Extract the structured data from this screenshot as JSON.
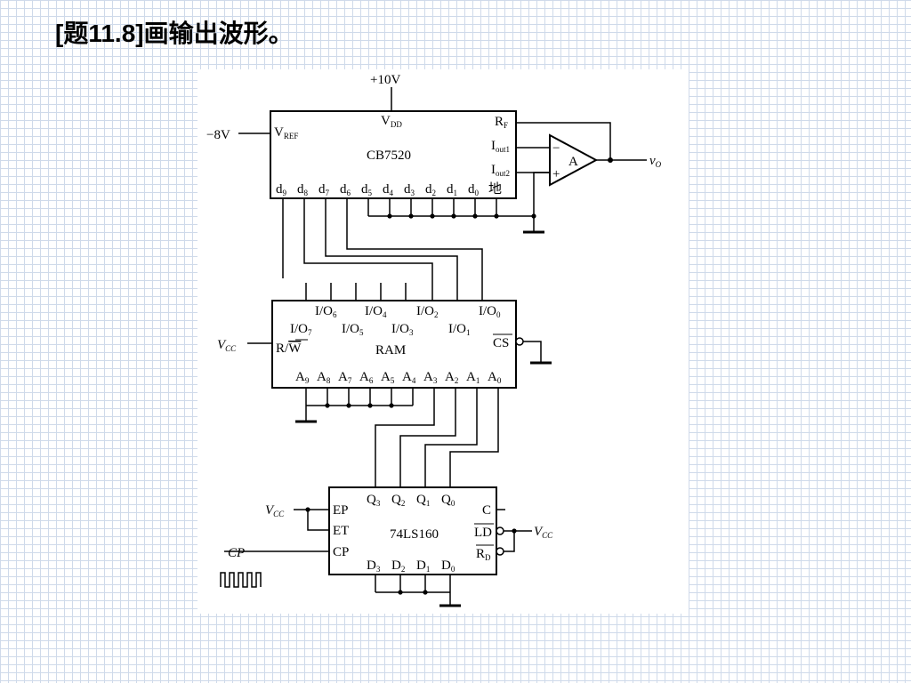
{
  "slide": {
    "title": "[题11.8]画输出波形。"
  },
  "diagram": {
    "supply_top": "+10V",
    "vref_supply": "−8V",
    "dac": {
      "name": "CB7520",
      "vref": "V",
      "vref_sub": "REF",
      "vdd": "V",
      "vdd_sub": "DD",
      "rf": "R",
      "rf_sub": "F",
      "iout1": "I",
      "iout1_sub": "out1",
      "iout2": "I",
      "iout2_sub": "out2",
      "gnd_label": "地",
      "data_pins": [
        {
          "l": "d",
          "s": "9"
        },
        {
          "l": "d",
          "s": "8"
        },
        {
          "l": "d",
          "s": "7"
        },
        {
          "l": "d",
          "s": "6"
        },
        {
          "l": "d",
          "s": "5"
        },
        {
          "l": "d",
          "s": "4"
        },
        {
          "l": "d",
          "s": "3"
        },
        {
          "l": "d",
          "s": "2"
        },
        {
          "l": "d",
          "s": "1"
        },
        {
          "l": "d",
          "s": "0"
        }
      ]
    },
    "opamp": {
      "label": "A",
      "plus": "+",
      "minus": "−"
    },
    "output": {
      "l": "v",
      "s": "O"
    },
    "ram": {
      "name": "RAM",
      "io_top": [
        {
          "l": "I/O",
          "s": "6"
        },
        {
          "l": "I/O",
          "s": "4"
        },
        {
          "l": "I/O",
          "s": "2"
        },
        {
          "l": "I/O",
          "s": "0"
        }
      ],
      "io_bottom": [
        {
          "l": "I/O",
          "s": "7"
        },
        {
          "l": "I/O",
          "s": "5"
        },
        {
          "l": "I/O",
          "s": "3"
        },
        {
          "l": "I/O",
          "s": "1"
        }
      ],
      "rw": "R/",
      "rw_bar": "W",
      "cs": "CS",
      "vcc": {
        "l": "V",
        "s": "CC"
      },
      "addr_pins": [
        {
          "l": "A",
          "s": "9"
        },
        {
          "l": "A",
          "s": "8"
        },
        {
          "l": "A",
          "s": "7"
        },
        {
          "l": "A",
          "s": "6"
        },
        {
          "l": "A",
          "s": "5"
        },
        {
          "l": "A",
          "s": "4"
        },
        {
          "l": "A",
          "s": "3"
        },
        {
          "l": "A",
          "s": "2"
        },
        {
          "l": "A",
          "s": "1"
        },
        {
          "l": "A",
          "s": "0"
        }
      ]
    },
    "counter": {
      "name": "74LS160",
      "q_pins": [
        {
          "l": "Q",
          "s": "3"
        },
        {
          "l": "Q",
          "s": "2"
        },
        {
          "l": "Q",
          "s": "1"
        },
        {
          "l": "Q",
          "s": "0"
        }
      ],
      "d_pins": [
        {
          "l": "D",
          "s": "3"
        },
        {
          "l": "D",
          "s": "2"
        },
        {
          "l": "D",
          "s": "1"
        },
        {
          "l": "D",
          "s": "0"
        }
      ],
      "ep": "EP",
      "et": "ET",
      "cp": "CP",
      "c": "C",
      "ld": "LD",
      "rd": "R",
      "rd_sub": "D",
      "vcc_left": {
        "l": "V",
        "s": "CC"
      },
      "vcc_right": {
        "l": "V",
        "s": "CC"
      },
      "cp_input": "CP"
    }
  }
}
